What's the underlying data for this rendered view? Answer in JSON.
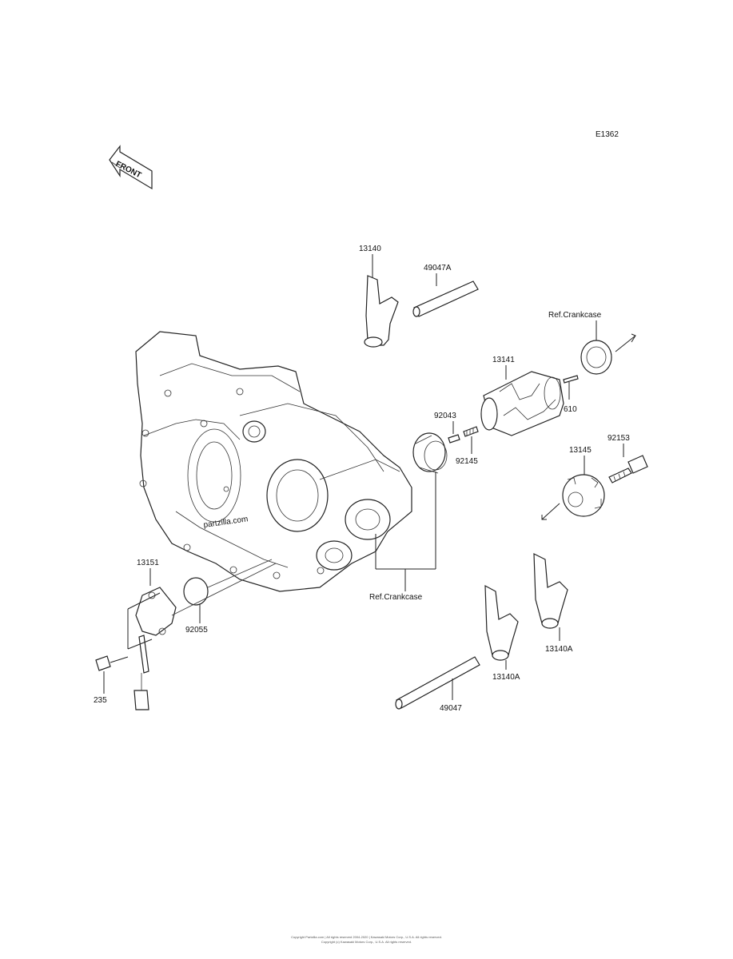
{
  "diagram": {
    "code": "E1362",
    "front_label": "FRONT",
    "watermark": "partzilla.com",
    "parts": {
      "p13140": "13140",
      "p49047A": "49047A",
      "refCrankcaseTop": "Ref.Crankcase",
      "p13141": "13141",
      "p610": "610",
      "p92043": "92043",
      "p92145": "92145",
      "p92153": "92153",
      "p13145": "13145",
      "refCrankcaseBottom": "Ref.Crankcase",
      "p13151": "13151",
      "p92055": "92055",
      "p235": "235",
      "p13140A_right": "13140A",
      "p13140A_left": "13140A",
      "p49047": "49047"
    },
    "footer": [
      "Copyright Partzilla.com | All rights reserved 2004-2020 | Kawasaki Motors Corp., U.S.A. All rights reserved.",
      "Copyright (c) Kawasaki Motors Corp., U.S.A. All rights reserved."
    ]
  }
}
